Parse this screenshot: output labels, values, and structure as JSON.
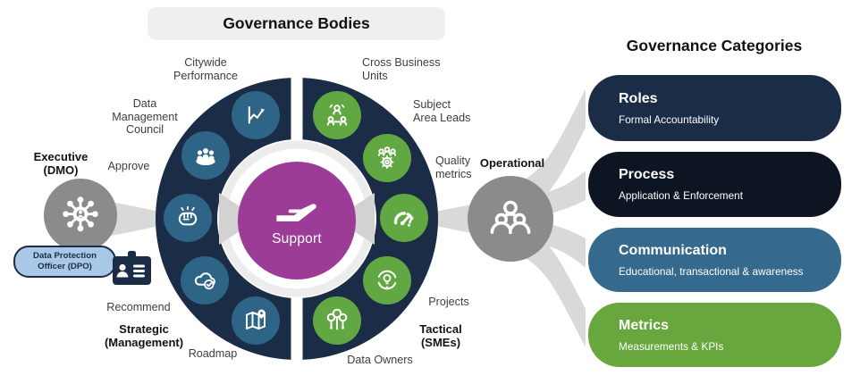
{
  "header": {
    "bodies_title": "Governance Bodies",
    "categories_title": "Governance Categories"
  },
  "center": {
    "label": "Support"
  },
  "labels": {
    "citywide": "Citywide\nPerformance",
    "cross_business": "Cross Business\nUnits",
    "data_council": "Data\nManagement\nCouncil",
    "subject_leads": "Subject\nArea Leads",
    "approve": "Approve",
    "quality_metrics": "Quality\nmetrics",
    "recommend": "Recommend",
    "projects": "Projects",
    "roadmap": "Roadmap",
    "data_owners": "Data Owners"
  },
  "actors": {
    "executive": "Executive\n(DMO)",
    "strategic": "Strategic\n(Management)",
    "tactical": "Tactical\n(SMEs)",
    "operational": "Operational",
    "dpo": "Data Protection\nOfficer (DPO)"
  },
  "categories": [
    {
      "title": "Roles",
      "subtitle": "Formal Accountability",
      "color": "#1b2c47"
    },
    {
      "title": "Process",
      "subtitle": "Application & Enforcement",
      "color": "#0d1522"
    },
    {
      "title": "Communication",
      "subtitle": "Educational, transactional & awareness",
      "color": "#35698d"
    },
    {
      "title": "Metrics",
      "subtitle": "Measurements & KPIs",
      "color": "#68a73e"
    }
  ],
  "colors": {
    "ring_navy": "#1b2c47",
    "steel_circle": "#2e6486",
    "green_circle": "#61a843",
    "support_purple": "#9c3c96",
    "actor_gray": "#8b8b8b",
    "ribbon_gray": "#d9d9d9",
    "dpo_fill": "#a9c7e7",
    "header_pill": "#efefef"
  },
  "icons": {
    "left_ring": [
      "line-chart",
      "council-meeting",
      "clapping-hands",
      "cloud-check",
      "map-pin"
    ],
    "right_ring": [
      "org-hierarchy",
      "team-gear",
      "gauge",
      "idea-swirl",
      "data-tree"
    ],
    "left_actor": "hub-network",
    "right_actor": "team-pyramid",
    "center": "support-hand",
    "dpo": "id-card"
  }
}
